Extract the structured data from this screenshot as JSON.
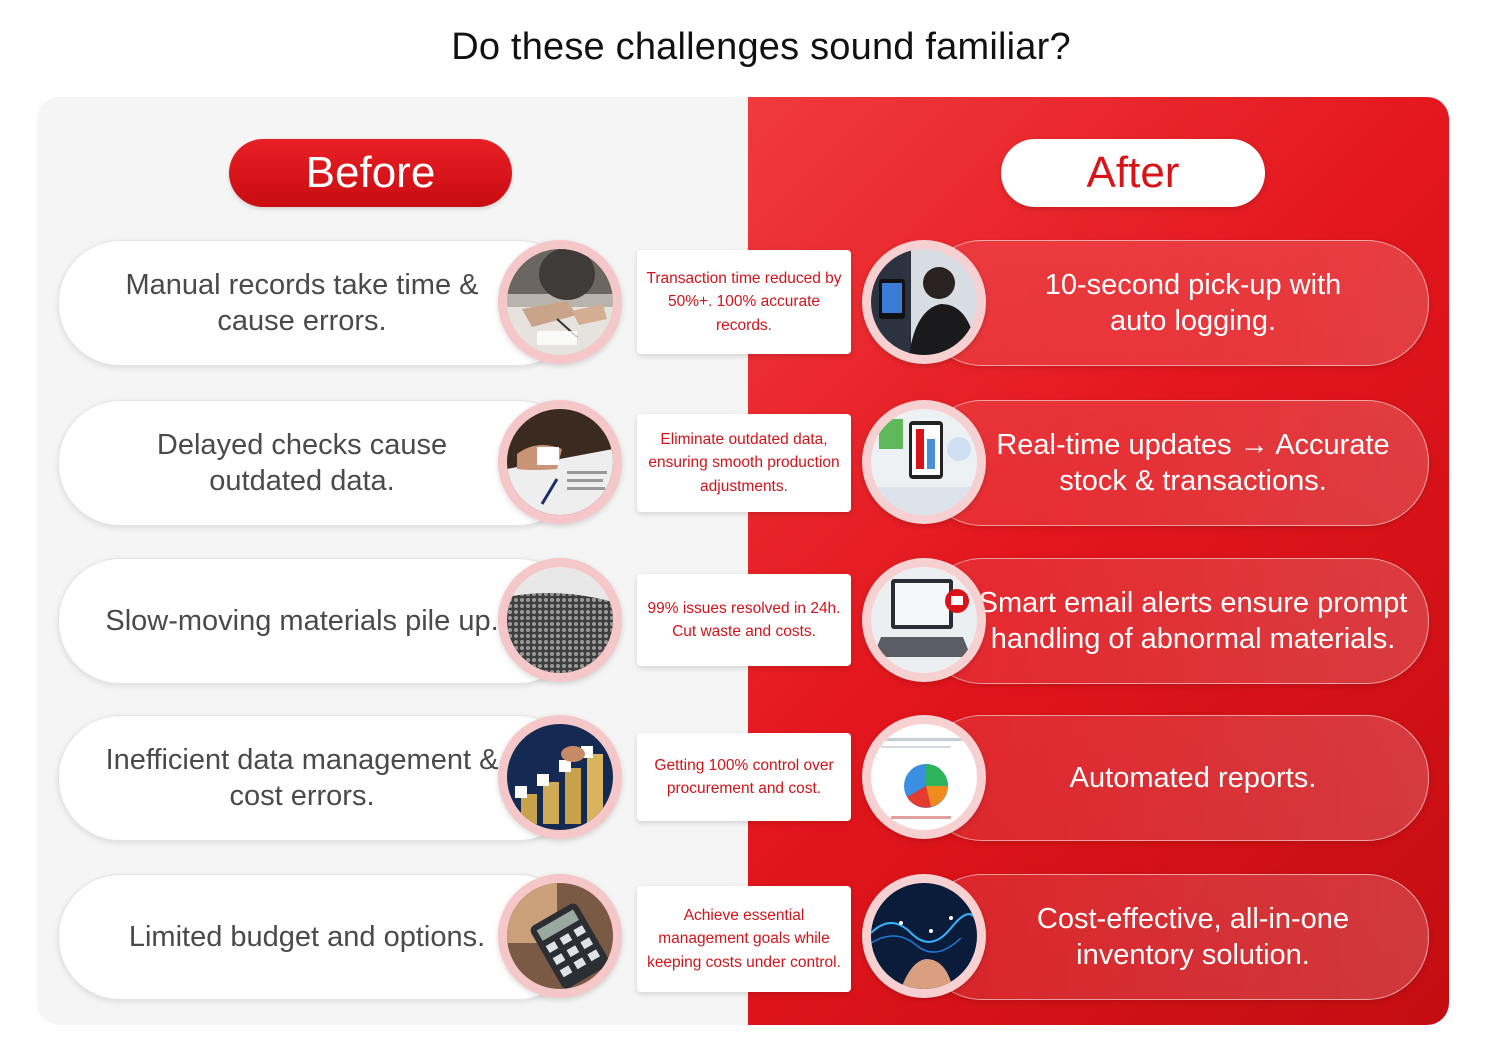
{
  "title": "Do these challenges sound familiar?",
  "before_label": "Before",
  "after_label": "After",
  "rows": [
    {
      "before": "Manual records take time & cause errors.",
      "benefit": "Transaction time reduced by 50%+. 100% accurate records.",
      "after": "10-second pick-up with auto logging."
    },
    {
      "before": "Delayed checks cause outdated data.",
      "benefit": "Eliminate outdated data, ensuring smooth production adjustments.",
      "after": "Real-time updates → Accurate stock & transactions."
    },
    {
      "before": "Slow-moving materials pile up.",
      "benefit": "99% issues resolved in 24h. Cut waste and costs.",
      "after": "Smart email alerts ensure prompt handling of abnormal materials."
    },
    {
      "before": "Inefficient data management & cost errors.",
      "benefit": "Getting 100% control over procurement and cost.",
      "after": "Automated reports."
    },
    {
      "before": "Limited budget and options.",
      "benefit": "Achieve essential management goals while keeping costs under control.",
      "after": "Cost-effective, all-in-one inventory solution."
    }
  ],
  "colors": {
    "brand_red": "#d8141a",
    "before_panel": "#f5f5f5",
    "before_text": "#4a4a4a"
  }
}
